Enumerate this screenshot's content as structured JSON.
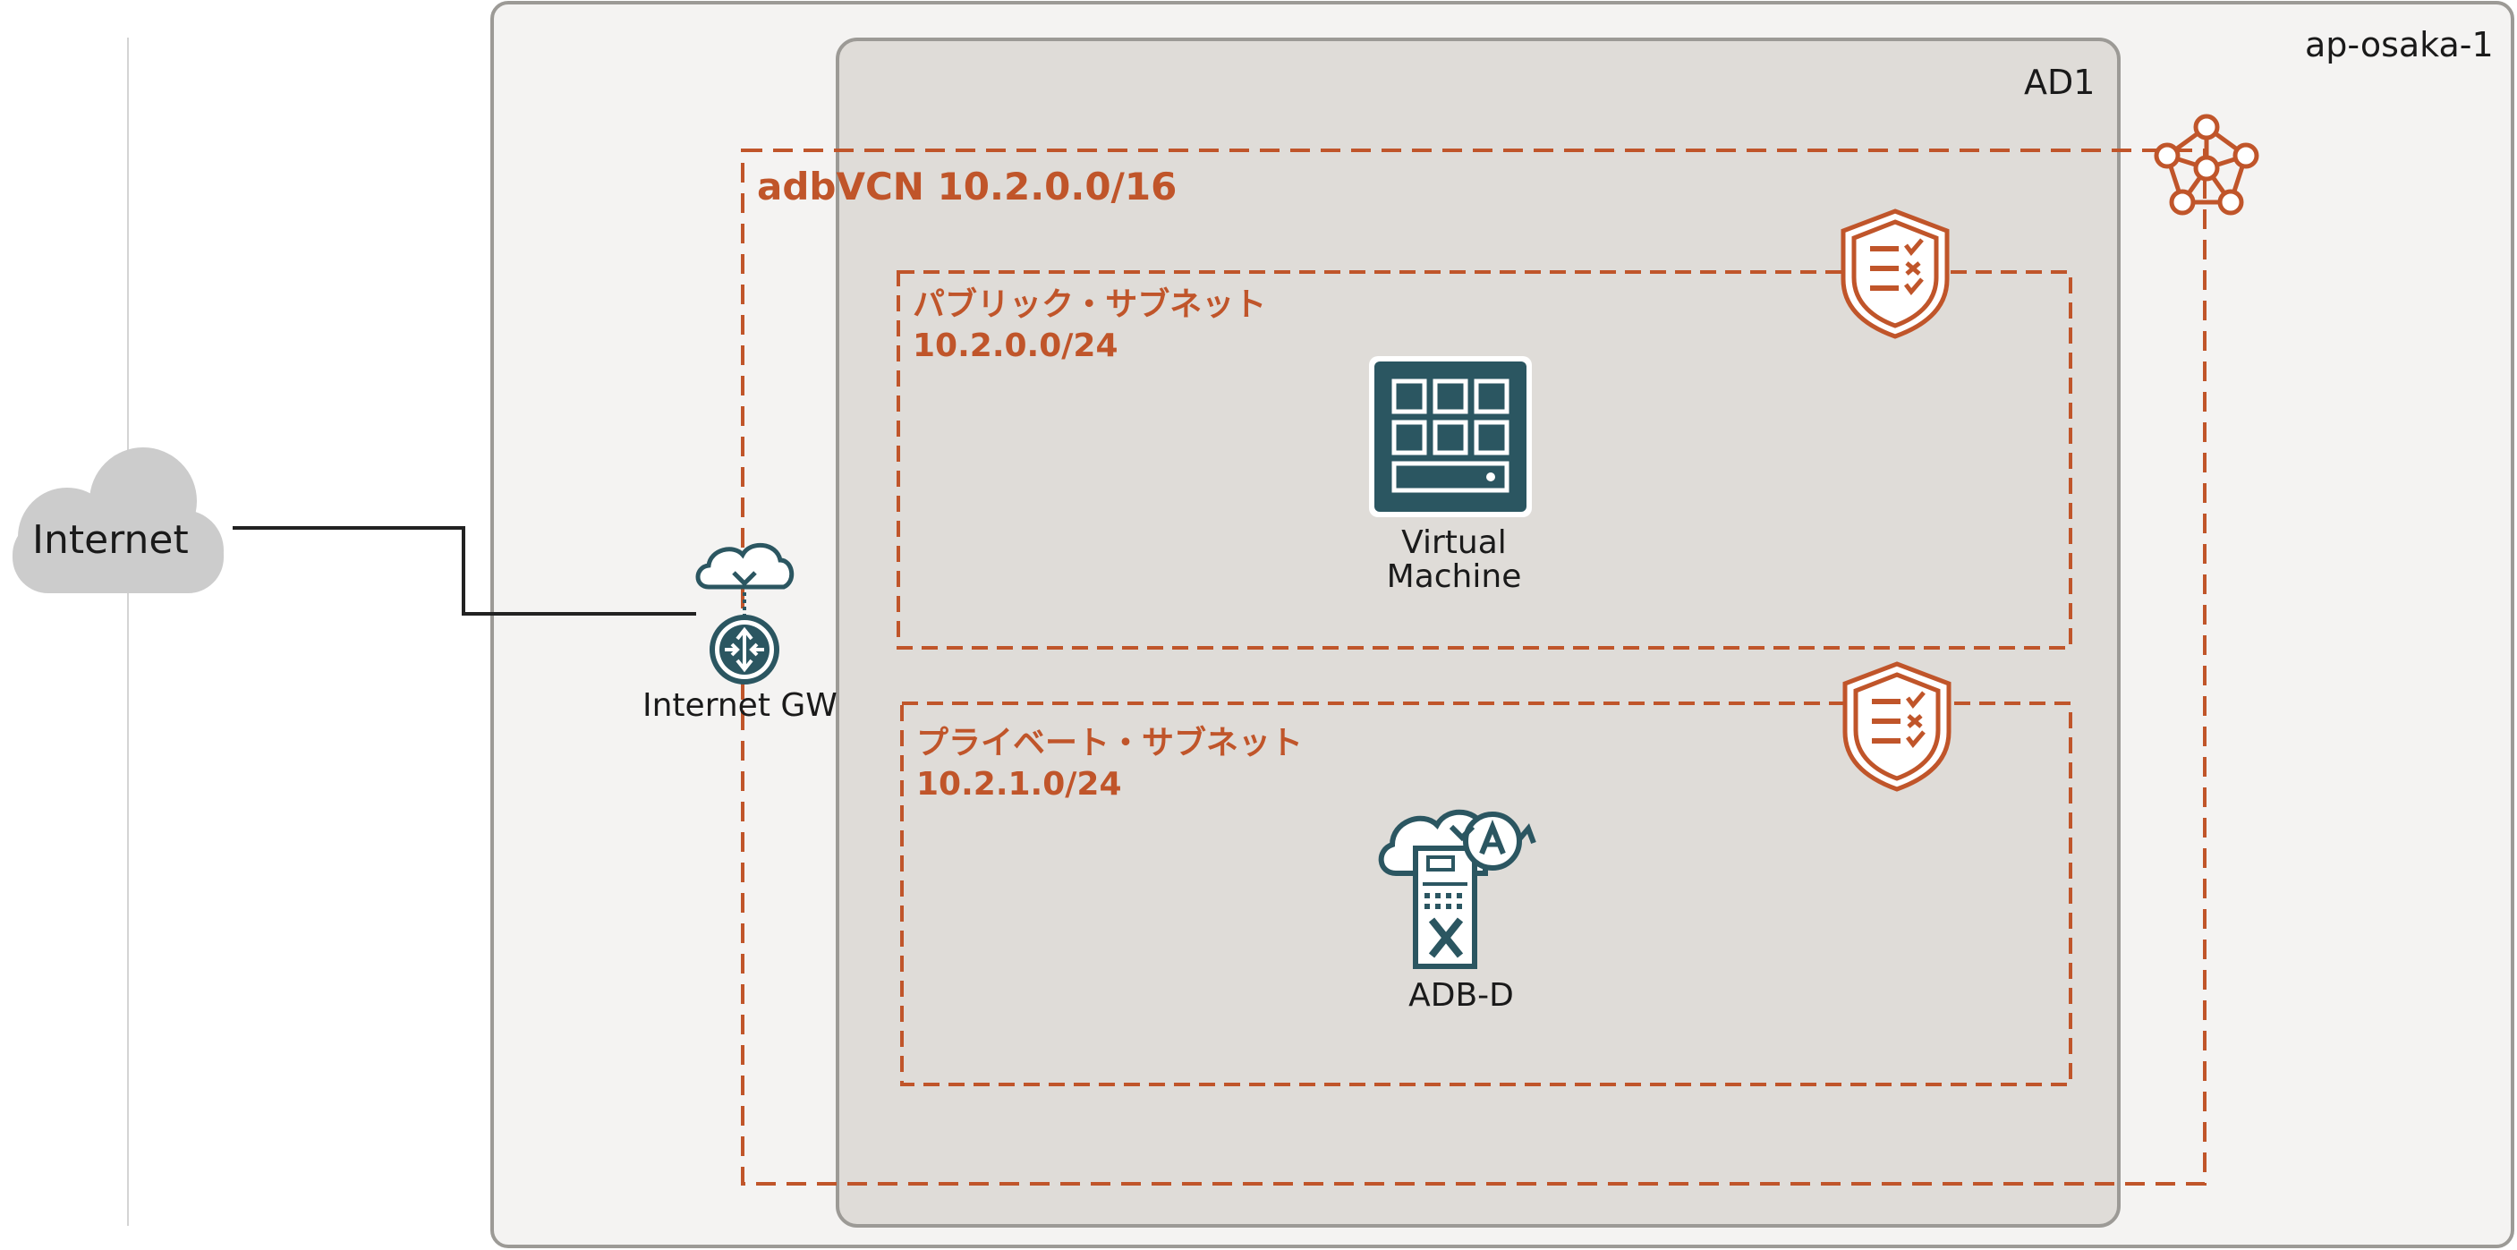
{
  "region": {
    "label": "ap-osaka-1"
  },
  "availability_domain": {
    "label": "AD1"
  },
  "vcn": {
    "label": "adbVCN 10.2.0.0/16"
  },
  "public_subnet": {
    "name": "パブリック・サブネット",
    "cidr": "10.2.0.0/24"
  },
  "private_subnet": {
    "name": "プライベート・サブネット",
    "cidr": "10.2.1.0/24"
  },
  "internet": {
    "label": "Internet"
  },
  "internet_gateway": {
    "label": "Internet GW"
  },
  "virtual_machine": {
    "label_line1": "Virtual",
    "label_line2": "Machine"
  },
  "adb": {
    "label": "ADB-D"
  },
  "icons": {
    "vcn": "network-pentagon-icon",
    "security_list": "security-list-shield-icon",
    "gateway": "internet-gateway-router-icon",
    "vm": "virtual-machine-icon",
    "database": "autonomous-database-icon"
  },
  "colors": {
    "accent": "#c0552a",
    "icon_teal": "#2b5661",
    "region_fill": "#f4f3f2",
    "ad_fill": "#dfdcd8",
    "border_gray": "#9c9a96",
    "cloud_gray": "#cccccc"
  }
}
